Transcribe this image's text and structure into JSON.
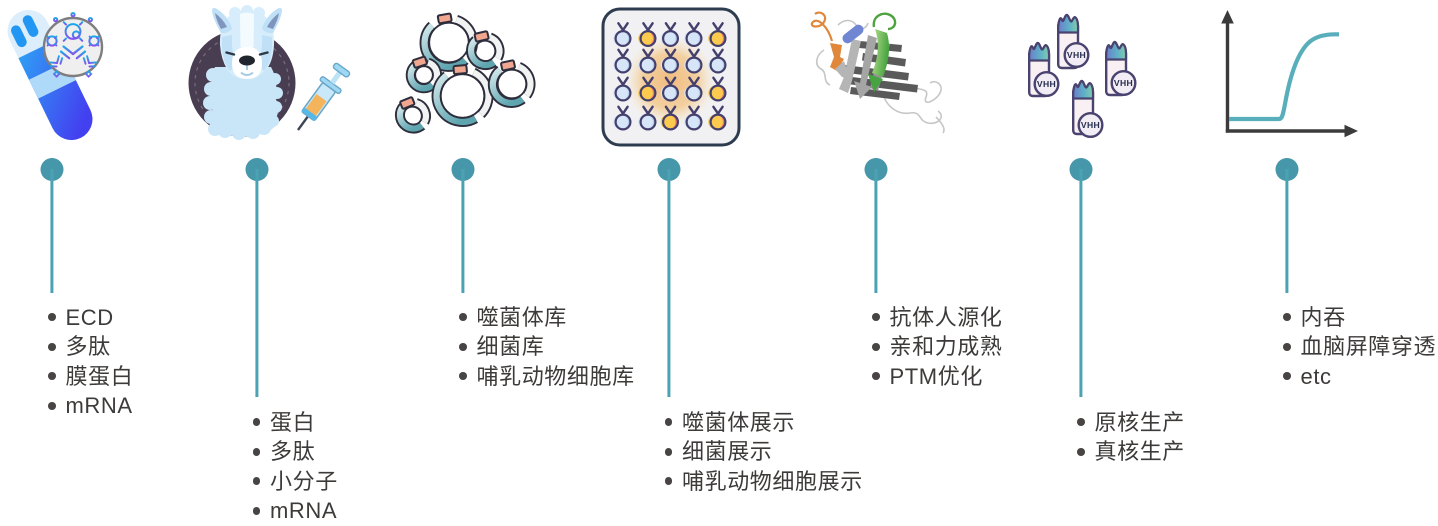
{
  "diagram": {
    "background_color": "#ffffff",
    "accent_color": "#4697a9",
    "stem_color": "#4ba2b2",
    "text_color": "#3d3b3a",
    "steps": [
      {
        "id": "antigen",
        "icon": "test-tube-antigen-icon",
        "items": [
          "ECD",
          "多肽",
          "膜蛋白",
          "mRNA"
        ]
      },
      {
        "id": "immunization",
        "icon": "alpaca-syringe-icon",
        "items": [
          "蛋白",
          "多肽",
          "小分子",
          "mRNA"
        ]
      },
      {
        "id": "library",
        "icon": "plasmid-library-icon",
        "items": [
          "噬菌体库",
          "细菌库",
          "哺乳动物细胞库"
        ]
      },
      {
        "id": "display",
        "icon": "screening-plate-icon",
        "items": [
          "噬菌体展示",
          "细菌展示",
          "哺乳动物细胞展示"
        ]
      },
      {
        "id": "engineering",
        "icon": "protein-structure-icon",
        "items": [
          "抗体人源化",
          "亲和力成熟",
          "PTM优化"
        ]
      },
      {
        "id": "production",
        "icon": "vhh-production-icon",
        "icon_label": "VHH",
        "items": [
          "原核生产",
          "真核生产"
        ]
      },
      {
        "id": "characterization",
        "icon": "binding-curve-icon",
        "items": [
          "内吞",
          "血脑屏障穿透",
          "etc"
        ]
      }
    ]
  }
}
